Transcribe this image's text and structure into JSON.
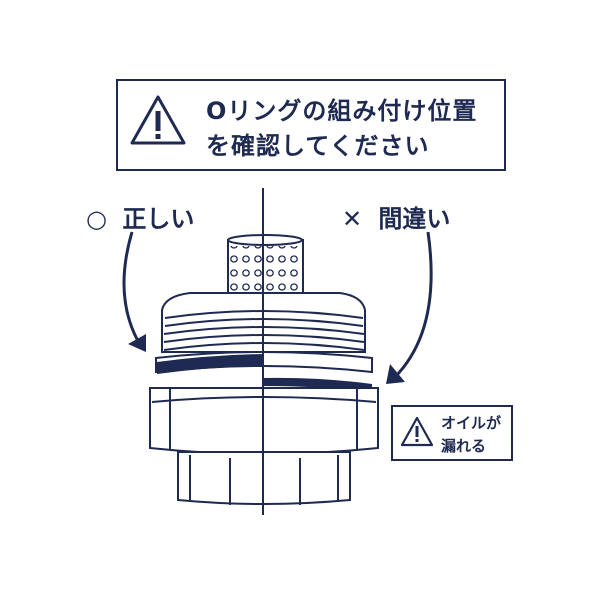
{
  "warning": {
    "line1": "Oリングの組み付け位置",
    "line2": "を確認してください",
    "icon": "warning-triangle-icon"
  },
  "labels": {
    "correct_mark": "○",
    "correct_text": "正しい",
    "wrong_mark": "✕",
    "wrong_text": "間違い"
  },
  "oil_warning": {
    "line1": "オイルが",
    "line2": "漏れる",
    "icon": "warning-triangle-icon"
  },
  "colors": {
    "ink": "#1f2a52",
    "paper": "#ffffff"
  }
}
